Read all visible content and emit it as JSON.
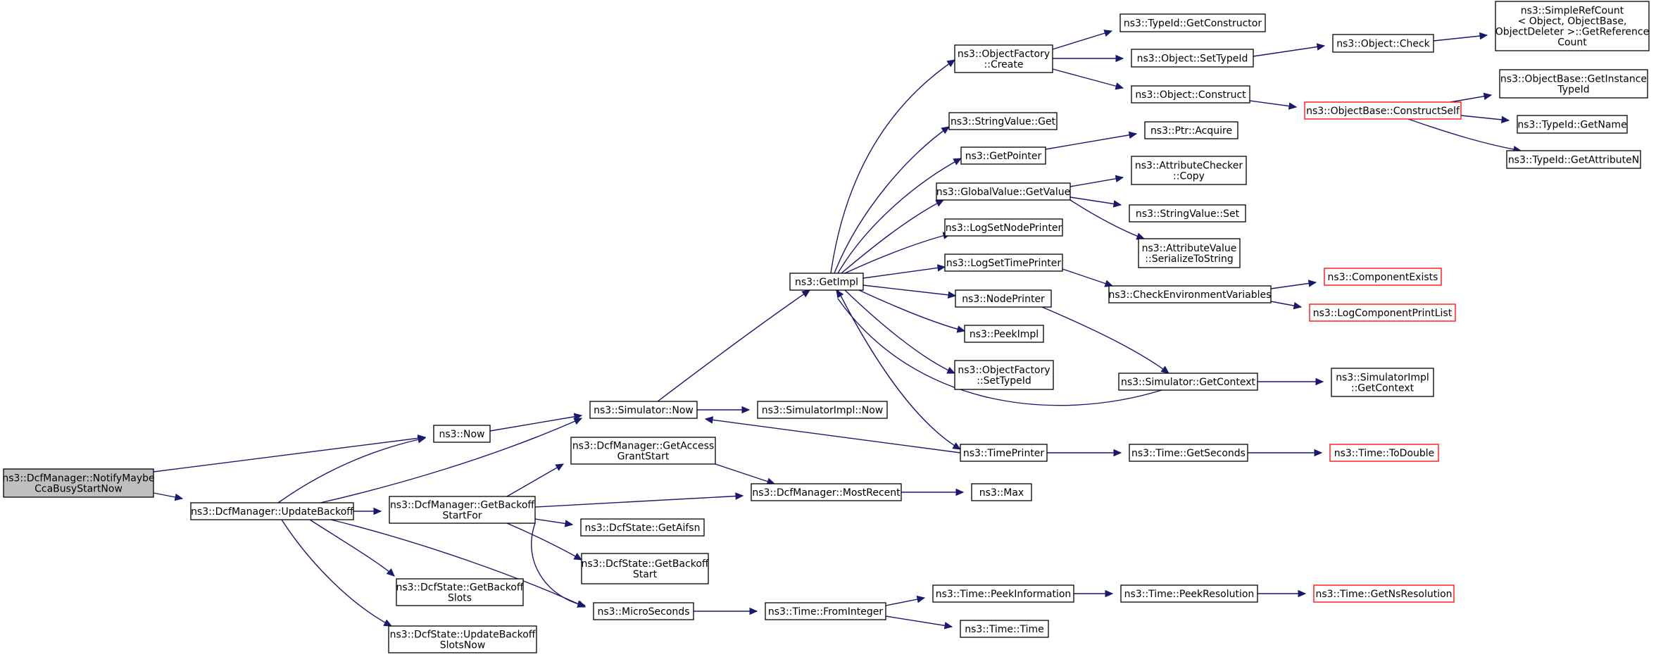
{
  "graph": {
    "nodes": [
      {
        "id": "notify",
        "lines": [
          "ns3::DcfManager::NotifyMaybe",
          "CcaBusyStartNow"
        ],
        "style": "highlight"
      },
      {
        "id": "updatebackoff",
        "lines": [
          "ns3::DcfManager::UpdateBackoff"
        ]
      },
      {
        "id": "now",
        "lines": [
          "ns3::Now"
        ]
      },
      {
        "id": "simnow",
        "lines": [
          "ns3::Simulator::Now"
        ]
      },
      {
        "id": "getaccessgrant",
        "lines": [
          "ns3::DcfManager::GetAccess",
          "GrantStart"
        ]
      },
      {
        "id": "getbackoffstartfor",
        "lines": [
          "ns3::DcfManager::GetBackoff",
          "StartFor"
        ]
      },
      {
        "id": "getbackoffslots",
        "lines": [
          "ns3::DcfState::GetBackoff",
          "Slots"
        ]
      },
      {
        "id": "updatebackoffslotsnow",
        "lines": [
          "ns3::DcfState::UpdateBackoff",
          "SlotsNow"
        ]
      },
      {
        "id": "getaifsn",
        "lines": [
          "ns3::DcfState::GetAifsn"
        ]
      },
      {
        "id": "getbackoffstart",
        "lines": [
          "ns3::DcfState::GetBackoff",
          "Start"
        ]
      },
      {
        "id": "microseconds",
        "lines": [
          "ns3::MicroSeconds"
        ]
      },
      {
        "id": "simimplnow",
        "lines": [
          "ns3::SimulatorImpl::Now"
        ]
      },
      {
        "id": "mostrecent",
        "lines": [
          "ns3::DcfManager::MostRecent"
        ]
      },
      {
        "id": "max",
        "lines": [
          "ns3::Max"
        ]
      },
      {
        "id": "getimpl",
        "lines": [
          "ns3::GetImpl"
        ]
      },
      {
        "id": "fromint",
        "lines": [
          "ns3::Time::FromInteger"
        ]
      },
      {
        "id": "peekinfo",
        "lines": [
          "ns3::Time::PeekInformation"
        ]
      },
      {
        "id": "timetime",
        "lines": [
          "ns3::Time::Time"
        ]
      },
      {
        "id": "peekres",
        "lines": [
          "ns3::Time::PeekResolution"
        ]
      },
      {
        "id": "getnsres",
        "lines": [
          "ns3::Time::GetNsResolution"
        ],
        "style": "truncated"
      },
      {
        "id": "objfactcreate",
        "lines": [
          "ns3::ObjectFactory",
          "::Create"
        ]
      },
      {
        "id": "strvalget",
        "lines": [
          "ns3::StringValue::Get"
        ]
      },
      {
        "id": "getpointer",
        "lines": [
          "ns3::GetPointer"
        ]
      },
      {
        "id": "gvgetvalue",
        "lines": [
          "ns3::GlobalValue::GetValue"
        ]
      },
      {
        "id": "logsetnode",
        "lines": [
          "ns3::LogSetNodePrinter"
        ]
      },
      {
        "id": "logsettime",
        "lines": [
          "ns3::LogSetTimePrinter"
        ]
      },
      {
        "id": "nodeprinter",
        "lines": [
          "ns3::NodePrinter"
        ]
      },
      {
        "id": "peekimpl",
        "lines": [
          "ns3::PeekImpl"
        ]
      },
      {
        "id": "objfactsettype",
        "lines": [
          "ns3::ObjectFactory",
          "::SetTypeId"
        ]
      },
      {
        "id": "timeprinter",
        "lines": [
          "ns3::TimePrinter"
        ]
      },
      {
        "id": "gettypeconstructor",
        "lines": [
          "ns3::TypeId::GetConstructor"
        ]
      },
      {
        "id": "objsettypeid",
        "lines": [
          "ns3::Object::SetTypeId"
        ]
      },
      {
        "id": "objconstruct",
        "lines": [
          "ns3::Object::Construct"
        ]
      },
      {
        "id": "ptracquire",
        "lines": [
          "ns3::Ptr::Acquire"
        ]
      },
      {
        "id": "attrcheckcopy",
        "lines": [
          "ns3::AttributeChecker",
          "::Copy"
        ]
      },
      {
        "id": "strvalset",
        "lines": [
          "ns3::StringValue::Set"
        ]
      },
      {
        "id": "attrvalser",
        "lines": [
          "ns3::AttributeValue",
          "::SerializeToString"
        ]
      },
      {
        "id": "checkenv",
        "lines": [
          "ns3::CheckEnvironmentVariables"
        ]
      },
      {
        "id": "simgetcontext",
        "lines": [
          "ns3::Simulator::GetContext"
        ]
      },
      {
        "id": "timegetseconds",
        "lines": [
          "ns3::Time::GetSeconds"
        ]
      },
      {
        "id": "objcheck",
        "lines": [
          "ns3::Object::Check"
        ]
      },
      {
        "id": "objbaseconstruct",
        "lines": [
          "ns3::ObjectBase::ConstructSelf"
        ],
        "style": "truncated"
      },
      {
        "id": "compexists",
        "lines": [
          "ns3::ComponentExists"
        ],
        "style": "truncated"
      },
      {
        "id": "logcompprint",
        "lines": [
          "ns3::LogComponentPrintList"
        ],
        "style": "truncated"
      },
      {
        "id": "simimplgetctx",
        "lines": [
          "ns3::SimulatorImpl",
          "::GetContext"
        ]
      },
      {
        "id": "timetodouble",
        "lines": [
          "ns3::Time::ToDouble"
        ],
        "style": "truncated"
      },
      {
        "id": "simplerefcount",
        "lines": [
          "ns3::SimpleRefCount",
          "< Object, ObjectBase,",
          "ObjectDeleter >::GetReference",
          "Count"
        ]
      },
      {
        "id": "getinsttype",
        "lines": [
          "ns3::ObjectBase::GetInstance",
          "TypeId"
        ]
      },
      {
        "id": "typegetname",
        "lines": [
          "ns3::TypeId::GetName"
        ]
      },
      {
        "id": "typegetattrn",
        "lines": [
          "ns3::TypeId::GetAttributeN"
        ]
      }
    ]
  }
}
